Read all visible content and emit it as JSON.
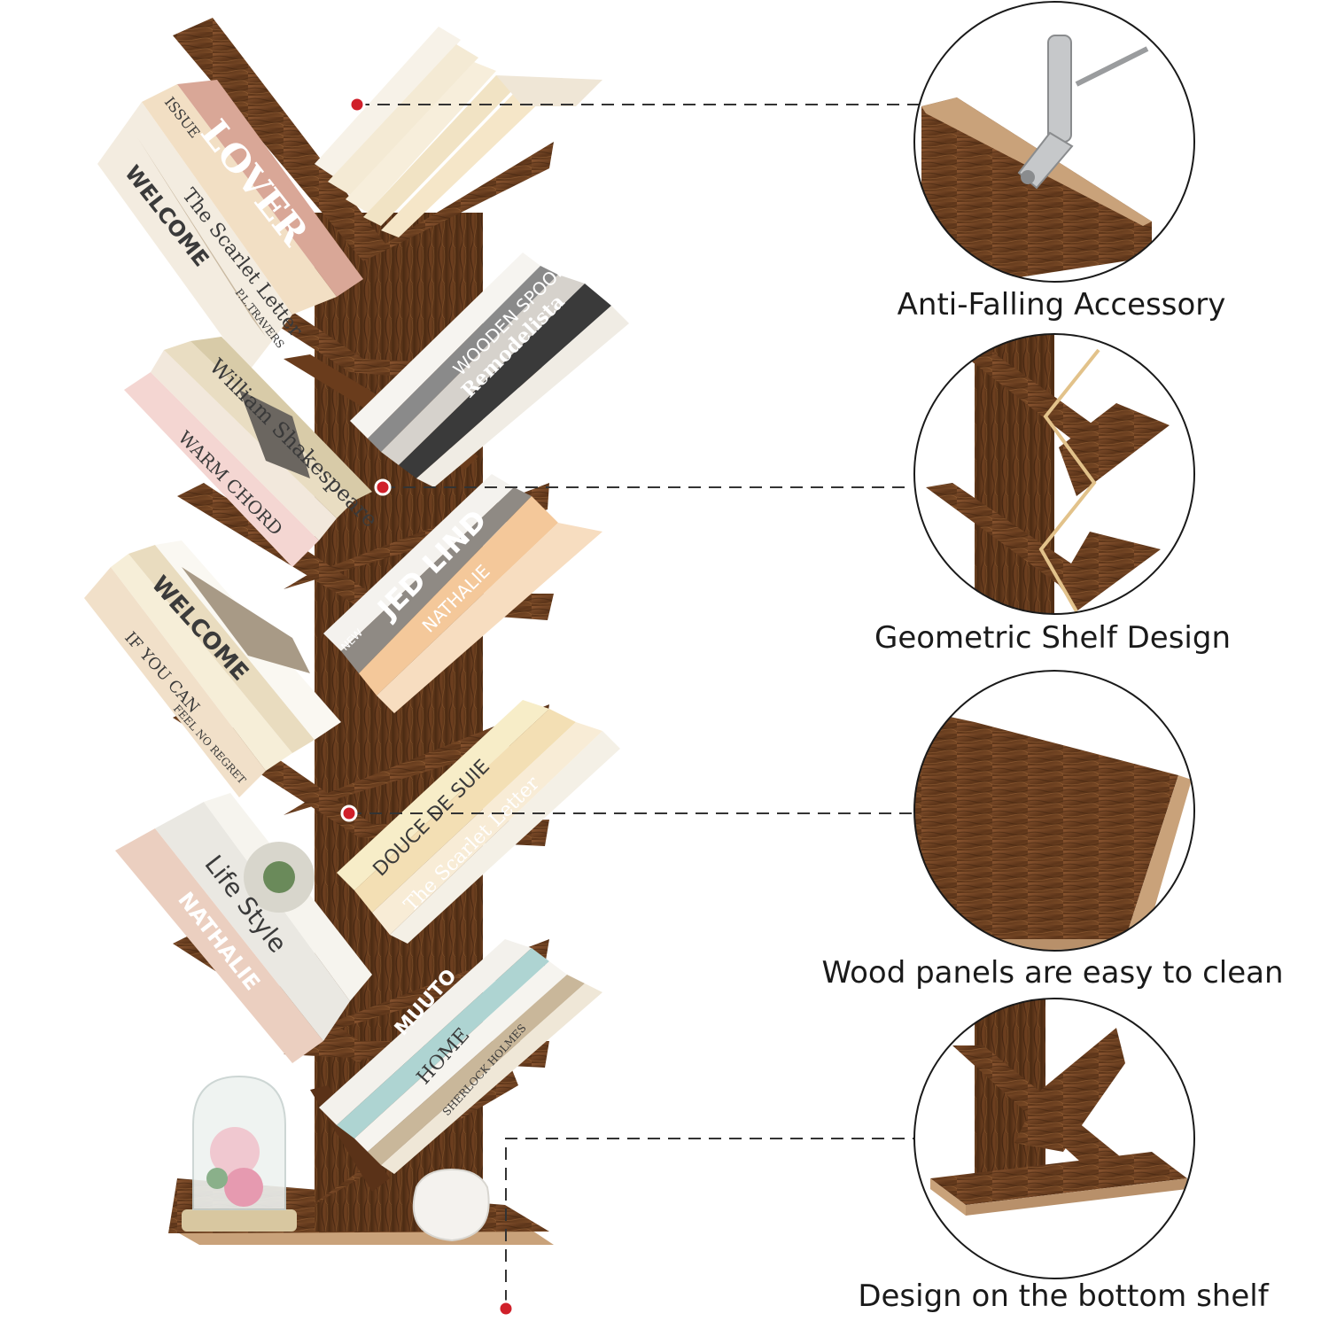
{
  "colors": {
    "wood_dark": "#4a2a14",
    "wood_mid": "#7a4a26",
    "wood_light": "#a06a3a",
    "edge": "#c9a27a",
    "dot": "#d0202a",
    "leader": "#333333"
  },
  "callouts": [
    {
      "label": "Anti-Falling Accessory",
      "icon": "wall-bracket-icon"
    },
    {
      "label": "Geometric Shelf Design",
      "icon": "zigzag-shelf-icon"
    },
    {
      "label": "Wood panels are easy to clean",
      "icon": "wood-panel-icon"
    },
    {
      "label": "Design on the bottom shelf",
      "icon": "base-shelf-icon"
    }
  ],
  "book_spines": {
    "t1": "WELCOME",
    "t2": "LOVER",
    "t3": "The Scarlet Letter",
    "t4": "P.L.TRAVERS",
    "t5": "William Shakespeare",
    "t6": "WARM CHORD",
    "t7": "WOODEN SPOON",
    "t8": "Remodelista",
    "t9": "JED LIND",
    "t10": "NATHALIE",
    "t11": "WELCOME",
    "t12": "IF YOU CAN",
    "t13": "FEEL NO REGRET",
    "t14": "DOUCE DE SUIE",
    "t15": "The Scarlet Letter",
    "t16": "Life Style",
    "t17": "NATHALIE",
    "t18": "MUUTO",
    "t19": "HOME",
    "t20": "SHERLOCK HOLMES",
    "t21": "NEW",
    "t22": "ISSUE"
  }
}
